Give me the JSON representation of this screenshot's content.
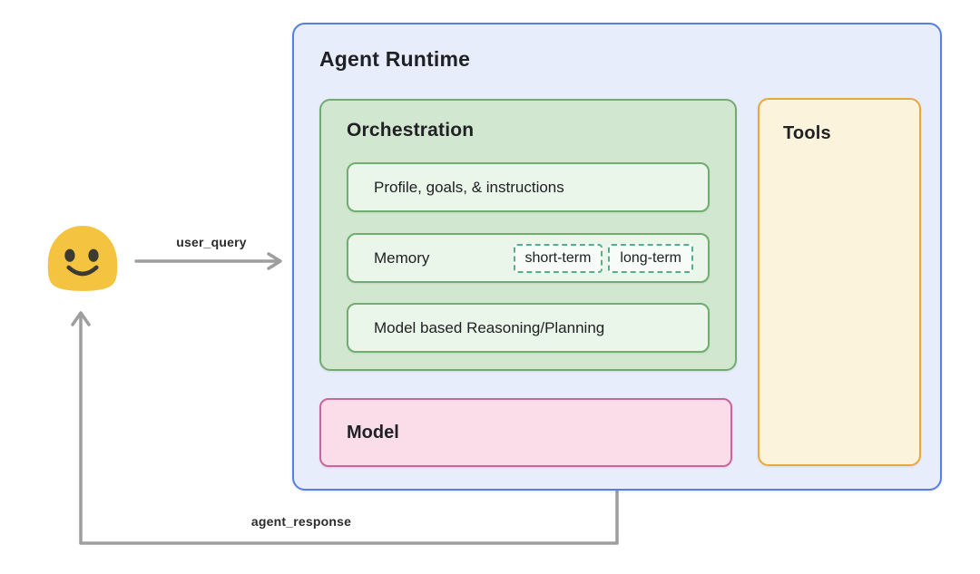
{
  "runtime": {
    "title": "Agent Runtime"
  },
  "orchestration": {
    "title": "Orchestration",
    "items": [
      {
        "label": "Profile, goals, & instructions"
      },
      {
        "label": "Memory",
        "tags": [
          "short-term",
          "long-term"
        ]
      },
      {
        "label": "Model based Reasoning/Planning"
      }
    ]
  },
  "model": {
    "title": "Model"
  },
  "tools": {
    "title": "Tools"
  },
  "user": {
    "icon": "blob-smiley-emoji"
  },
  "flows": {
    "user_query": {
      "label": "user_query",
      "from": "user",
      "to": "agent-runtime"
    },
    "agent_response": {
      "label": "agent_response",
      "from": "agent-runtime",
      "to": "user"
    }
  },
  "colors": {
    "blue_border": "#5580dd",
    "blue_fill": "#e7edfa",
    "green_border": "#73aa73",
    "green_fill": "#d2e7d0",
    "inner_border": "#6fae6f",
    "inner_fill": "#ebf6eb",
    "tag_border": "#55b08a",
    "tag_fill": "#f8fcf8",
    "pink_border": "#c9669c",
    "pink_fill": "#fadde9",
    "orange_border": "#e8a83f",
    "orange_fill": "#fcf3dc",
    "arrow": "#9e9e9e",
    "text": "#202124",
    "emoji_body": "#f4c440",
    "emoji_face": "#3c3b31"
  }
}
